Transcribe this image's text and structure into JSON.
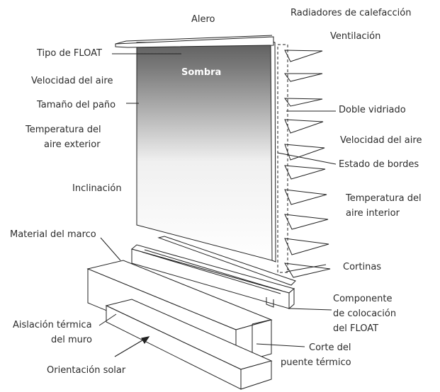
{
  "diagram": {
    "center_label": "Sombra",
    "labels": {
      "alero": "Alero",
      "radiadores": "Radiadores de calefacción",
      "ventilacion": "Ventilación",
      "tipo_float": "Tipo de FLOAT",
      "velocidad_aire_ext": "Velocidad del aire",
      "tamano_pano": "Tamaño del paño",
      "temp_ext_1": "Temperatura del",
      "temp_ext_2": "aire exterior",
      "inclinacion": "Inclinación",
      "doble_vidriado": "Doble vidriado",
      "velocidad_aire_int": "Velocidad del aire",
      "estado_bordes": "Estado de bordes",
      "temp_int_1": "Temperatura del",
      "temp_int_2": "aire interior",
      "material_marco": "Material del marco",
      "cortinas": "Cortinas",
      "componente_1": "Componente",
      "componente_2": "de colocación",
      "componente_3": "del FLOAT",
      "aislacion_1": "Aislación térmica",
      "aislacion_2": "del muro",
      "corte_1": "Corte del",
      "corte_2": "puente térmico",
      "orientacion": "Orientación solar"
    }
  }
}
